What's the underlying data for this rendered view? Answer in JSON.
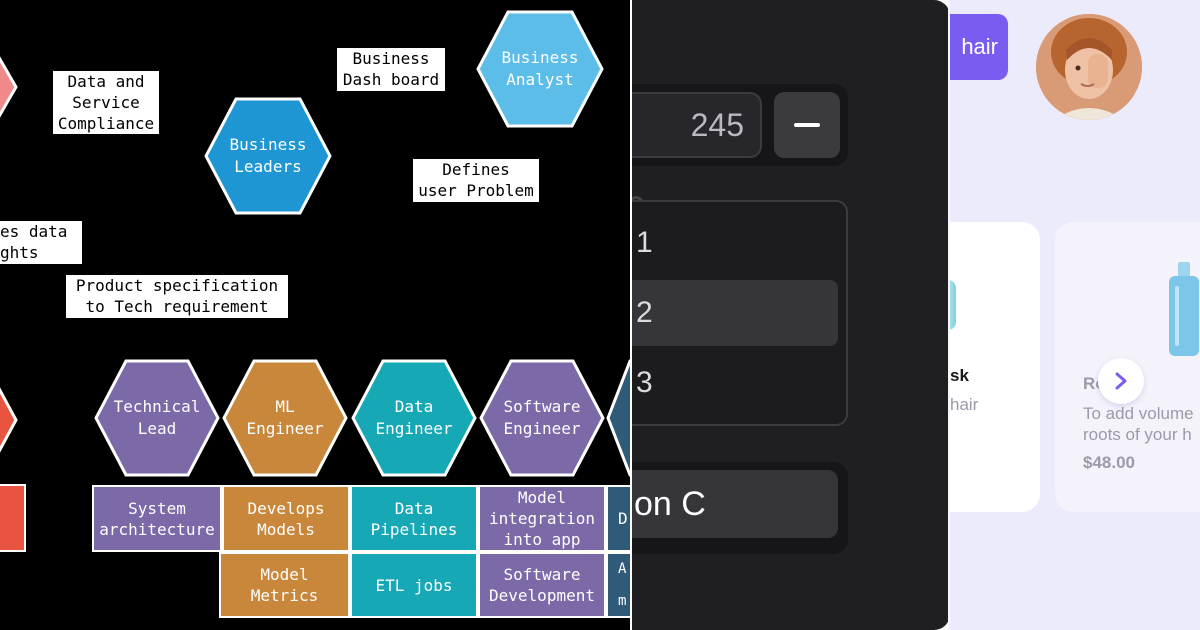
{
  "diagram": {
    "notes": [
      {
        "id": "data-service-compliance",
        "text": "Data and\nService\nCompliance"
      },
      {
        "id": "business-dashboard",
        "text": "Business\nDash board"
      },
      {
        "id": "defines-user-problem",
        "text": "Defines\nuser Problem"
      },
      {
        "id": "data-insights",
        "text": "es data\nghts"
      },
      {
        "id": "product-spec",
        "text": "Product specification\nto Tech requirement"
      }
    ],
    "roles": [
      {
        "id": "business-analyst",
        "label": "Business\nAnalyst",
        "color": "#5bbde8"
      },
      {
        "id": "business-leaders",
        "label": "Business\nLeaders",
        "color": "#1d96d3"
      },
      {
        "id": "technical-lead",
        "label": "Technical\nLead",
        "color": "#7b69a8"
      },
      {
        "id": "ml-engineer",
        "label": "ML\nEngineer",
        "color": "#c8873a"
      },
      {
        "id": "data-engineer",
        "label": "Data\nEngineer",
        "color": "#16a8b5"
      },
      {
        "id": "software-engineer",
        "label": "Software\nEngineer",
        "color": "#7b69a8"
      }
    ],
    "tasks": [
      {
        "id": "system-architecture",
        "text": "System\narchitecture",
        "color": "#7b69a8"
      },
      {
        "id": "develops-models",
        "text": "Develops\nModels",
        "color": "#c8873a"
      },
      {
        "id": "data-pipelines",
        "text": "Data\nPipelines",
        "color": "#16a8b5"
      },
      {
        "id": "model-integration",
        "text": "Model\nintegration\ninto app",
        "color": "#7b69a8"
      },
      {
        "id": "model-metrics",
        "text": "Model\nMetrics",
        "color": "#c8873a"
      },
      {
        "id": "etl-jobs",
        "text": "ETL jobs",
        "color": "#16a8b5"
      },
      {
        "id": "software-development",
        "text": "Software\nDevelopment",
        "color": "#7b69a8"
      },
      {
        "id": "partial-d",
        "text": "D",
        "color": "#2f5a78"
      },
      {
        "id": "partial-a",
        "text": "A\n\nm",
        "color": "#2f5a78"
      }
    ],
    "edge_colors": {
      "left_top": "#f08a8a",
      "left_mid": "#e8543f",
      "left_box": "#e8543f",
      "right_hex": "#2f5a78"
    }
  },
  "stepper": {
    "value": "245",
    "minus_label": "—"
  },
  "list": {
    "items": [
      "1",
      "2",
      "3"
    ],
    "selected_index": 1
  },
  "option": {
    "value": "on C"
  },
  "shop": {
    "chip_label": "hair",
    "accent": "#7b5cf0",
    "card1": {
      "title": "sk",
      "subtitle": "hair"
    },
    "card2": {
      "title": "Ro  ost",
      "subtitle": "To add volume\nroots of your h",
      "price": "$48.00"
    }
  }
}
